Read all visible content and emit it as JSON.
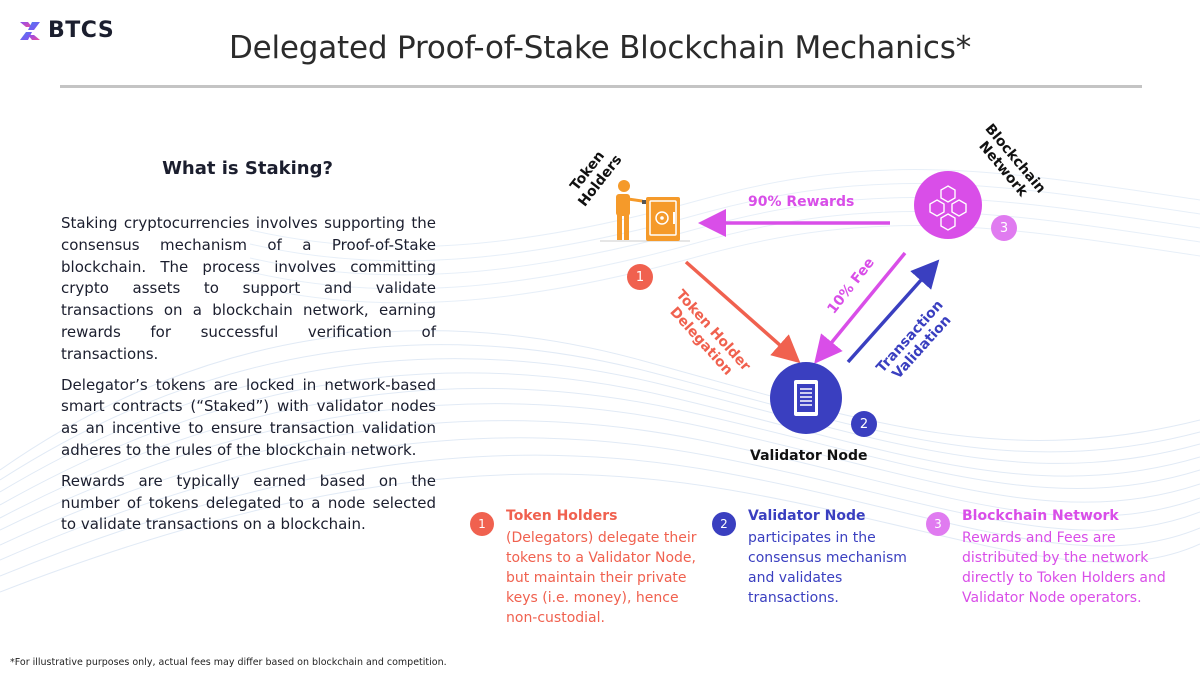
{
  "brand": {
    "name": "BTCS"
  },
  "title": "Delegated Proof-of-Stake Blockchain Mechanics*",
  "left": {
    "heading": "What is Staking?",
    "paragraphs": [
      "Staking cryptocurrencies involves supporting the consensus mechanism of a Proof-of-Stake blockchain. The process involves committing crypto assets to support and validate transactions on a blockchain network, earning rewards for successful verification of transactions.",
      "Delegator’s tokens are locked in network-based smart contracts (“Staked”) with validator nodes as an incentive to ensure transaction validation adheres to the rules of the blockchain network.",
      "Rewards are typically earned based on the number of tokens delegated to a node selected to validate transactions on a blockchain."
    ]
  },
  "diagram": {
    "nodes": {
      "token_holders": {
        "label": "Token Holders",
        "badge": "1",
        "icon": "person-with-safe-icon"
      },
      "validator": {
        "label": "Validator Node",
        "badge": "2",
        "icon": "server-icon"
      },
      "network": {
        "label": "Blockchain Network",
        "badge": "3",
        "icon": "blockchain-cubes-icon"
      }
    },
    "arrows": {
      "rewards": "90% Rewards",
      "fee": "10% Fee",
      "delegation": "Token Holder Delegation",
      "validation": "Transaction Validation"
    },
    "colors": {
      "token_holders": "#f0614f",
      "validator": "#3a3fc0",
      "network": "#d94ee8",
      "icon_orange": "#f59a2a"
    }
  },
  "legend": [
    {
      "num": "1",
      "title": "Token Holders",
      "text": "(Delegators) delegate their tokens to a Validator Node, but maintain their private keys (i.e. money), hence non-custodial."
    },
    {
      "num": "2",
      "title": "Validator Node",
      "text": "participates in the consensus mechanism and validates transactions."
    },
    {
      "num": "3",
      "title": "Blockchain Network",
      "text": "Rewards and Fees are distributed by the network directly to Token Holders and Validator Node operators."
    }
  ],
  "footnote": "*For illustrative purposes only, actual fees may differ based on blockchain and competition."
}
